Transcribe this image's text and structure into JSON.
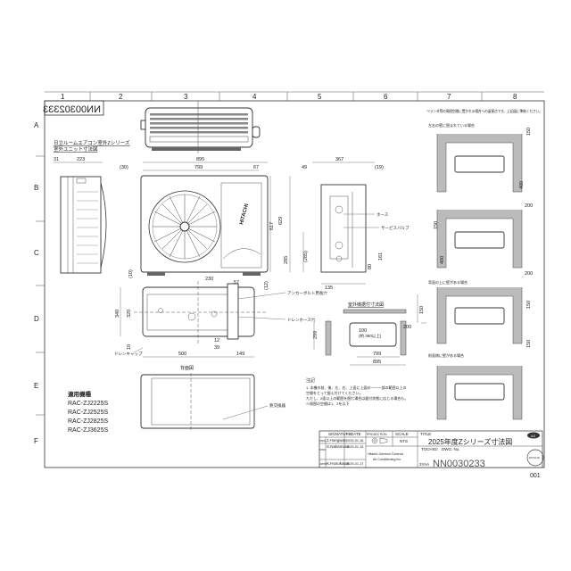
{
  "sheet": {
    "columns": [
      "1",
      "2",
      "3",
      "4",
      "5",
      "6",
      "7",
      "8"
    ],
    "rows": [
      "A",
      "B",
      "C",
      "D",
      "E",
      "F"
    ],
    "mirrored_number": "NN00302333",
    "heading_line1": "日立ルームエアコン室外Zシリーズ",
    "heading_line2": "室外ユニット寸法図",
    "brand_label": "HITACHI"
  },
  "models": {
    "heading": "適用機種",
    "list": [
      "RAC-ZJ2225S",
      "RAC-ZJ2525S",
      "RAC-ZJ2825S",
      "RAC-ZJ3625S"
    ]
  },
  "views": {
    "back_view_label": "背面図",
    "back_note": "熱交換器",
    "installation_title": "室外機据付寸法図",
    "install_center_label": "(約 360以上)",
    "hose_label": "ホース",
    "valve_label": "サービスバルブ",
    "anchor_label": "アンカーボルト用長穴",
    "drain_label": "ドレンホース穴",
    "drain_cap": "ドレンキャップ",
    "notes_heading": "注記",
    "notes": [
      "1. 本機の前、後、左、右、上面に上図の一一一部の範囲以上の",
      "   空間をとって据え付けてください。",
      "   ただし、2面以上の範囲を囲む場合は据付状態に応じる場合も。",
      "   ※周囲の空間は1、2を以下"
    ],
    "right_note": "ベランダ等の周囲空間に置かれる場合への留意点です。上記図に準拠ください。",
    "right_section_1": "左右の壁に囲まれている場合",
    "right_section_2": "背面の上に壁がある場合",
    "right_section_3": "前面側に壁がある場合"
  },
  "dimensions": {
    "top": [
      "31",
      "223",
      "(30)",
      "895",
      "799",
      "67",
      "49",
      "367",
      "(19)"
    ],
    "front_vertical": [
      "617",
      "629",
      "285",
      "(285)",
      "(12)"
    ],
    "side": [
      "161",
      "80",
      "135"
    ],
    "bottom": [
      "(10)",
      "340",
      "320",
      "10",
      "230",
      "57",
      "12",
      "39",
      "500",
      "149"
    ],
    "install": [
      "299",
      "100",
      "200",
      "150",
      "799",
      "895"
    ],
    "right_column": [
      "150",
      "400",
      "200",
      "150",
      "400",
      "200",
      "150",
      "150"
    ]
  },
  "title_block": {
    "signature_header": "SIGNATURE",
    "date_header": "DATE",
    "projection_header": "PROJECTION",
    "scale_header": "SCALE",
    "scale_value": "NTS",
    "title_header": "TITLE",
    "title_value": "2025年度Zシリーズ寸法図",
    "drawn_role": "DRN",
    "drawn_name": "J.Hoegwan",
    "drawn_date": "2025-01-16",
    "designed_role": "DSN",
    "designed_name": "S.Nakamura",
    "designed_date": "2025-01-16",
    "approved_role": "APPD",
    "approved_name": "K.Hosokawa",
    "approved_date": "2025-01-17",
    "company_line1": "Hitachi-Johnson Controls",
    "company_line2": "Air Conditioning,Inc.",
    "location": "TOCHIGI",
    "dwg_no_label": "DWG. No.",
    "dwg_prefix": "3YAA",
    "dwg_no": "NN0030233",
    "badge": "A3",
    "stamp_text": "HITACHI",
    "sheet_no": "001"
  }
}
